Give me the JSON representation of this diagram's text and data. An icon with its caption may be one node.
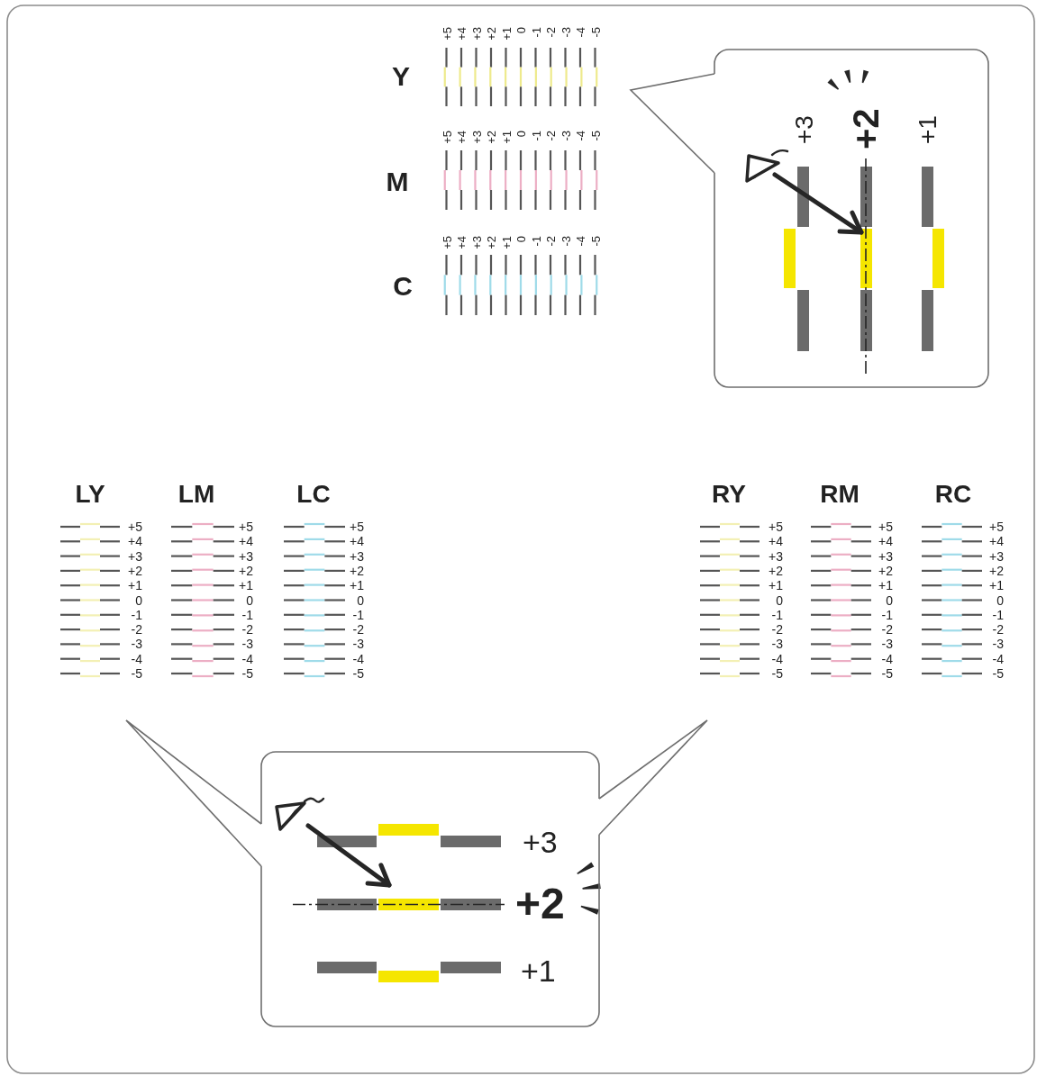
{
  "diagram": {
    "nodes": [
      {
        "text": [
          "+3",
          "+2",
          "+1"
        ]
      },
      {
        "text": [
          "+3",
          "+2",
          "+1"
        ]
      }
    ],
    "labels": [
      "Y",
      "+5",
      "+4",
      "+3",
      "+2",
      "+1",
      "0",
      "-1",
      "-2",
      "-3",
      "-4",
      "-5",
      "M",
      "+5",
      "+4",
      "+3",
      "+2",
      "+1",
      "0",
      "-1",
      "-2",
      "-3",
      "-4",
      "-5",
      "C",
      "+5",
      "+4",
      "+3",
      "+2",
      "+1",
      "0",
      "-1",
      "-2",
      "-3",
      "-4",
      "-5",
      "LY",
      "+5",
      "+4",
      "+3",
      "+2",
      "+1",
      "0",
      "-1",
      "-2",
      "-3",
      "-4",
      "-5",
      "LM",
      "+5",
      "+4",
      "+3",
      "+2",
      "+1",
      "0",
      "-1",
      "-2",
      "-3",
      "-4",
      "-5",
      "LC",
      "+5",
      "+4",
      "+3",
      "+2",
      "+1",
      "0",
      "-1",
      "-2",
      "-3",
      "-4",
      "-5",
      "RY",
      "+5",
      "+4",
      "+3",
      "+2",
      "+1",
      "0",
      "-1",
      "-2",
      "-3",
      "-4",
      "-5",
      "RM",
      "+5",
      "+4",
      "+3",
      "+2",
      "+1",
      "0",
      "-1",
      "-2",
      "-3",
      "-4",
      "-5",
      "RC",
      "+5",
      "+4",
      "+3",
      "+2",
      "+1",
      "0",
      "-1",
      "-2",
      "-3",
      "-4",
      "-5"
    ]
  }
}
